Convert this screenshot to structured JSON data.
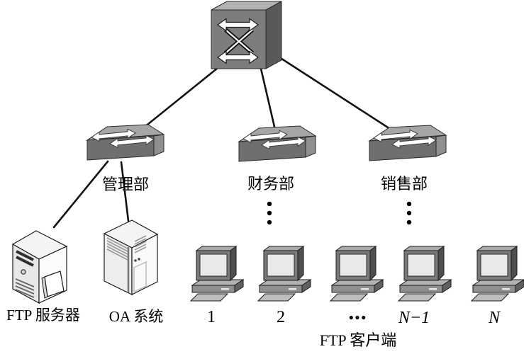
{
  "figure": {
    "background_color": "#ffffff",
    "line_color": "#111111",
    "core_switch": {
      "icon": "l3-switch-icon"
    },
    "departments": [
      {
        "label": "管理部"
      },
      {
        "label": "财务部"
      },
      {
        "label": "销售部"
      }
    ],
    "servers": [
      {
        "label": "FTP 服务器"
      },
      {
        "label": "OA 系统"
      }
    ],
    "clients": {
      "caption": "FTP 客户端",
      "labels": [
        "1",
        "2",
        "•••",
        "N−1",
        "N"
      ]
    },
    "colors": {
      "switch_top": "#a6a6a6",
      "switch_front": "#6f6f6f",
      "switch_side": "#8f8f8f",
      "core_top": "#b2b2b2",
      "core_front": "#7d7d7d",
      "core_side": "#595959",
      "arrow_fill": "#ffffff",
      "server_body": "#f4f4f4",
      "pc_screen": "#e9e9e9",
      "text": "#000000"
    }
  }
}
